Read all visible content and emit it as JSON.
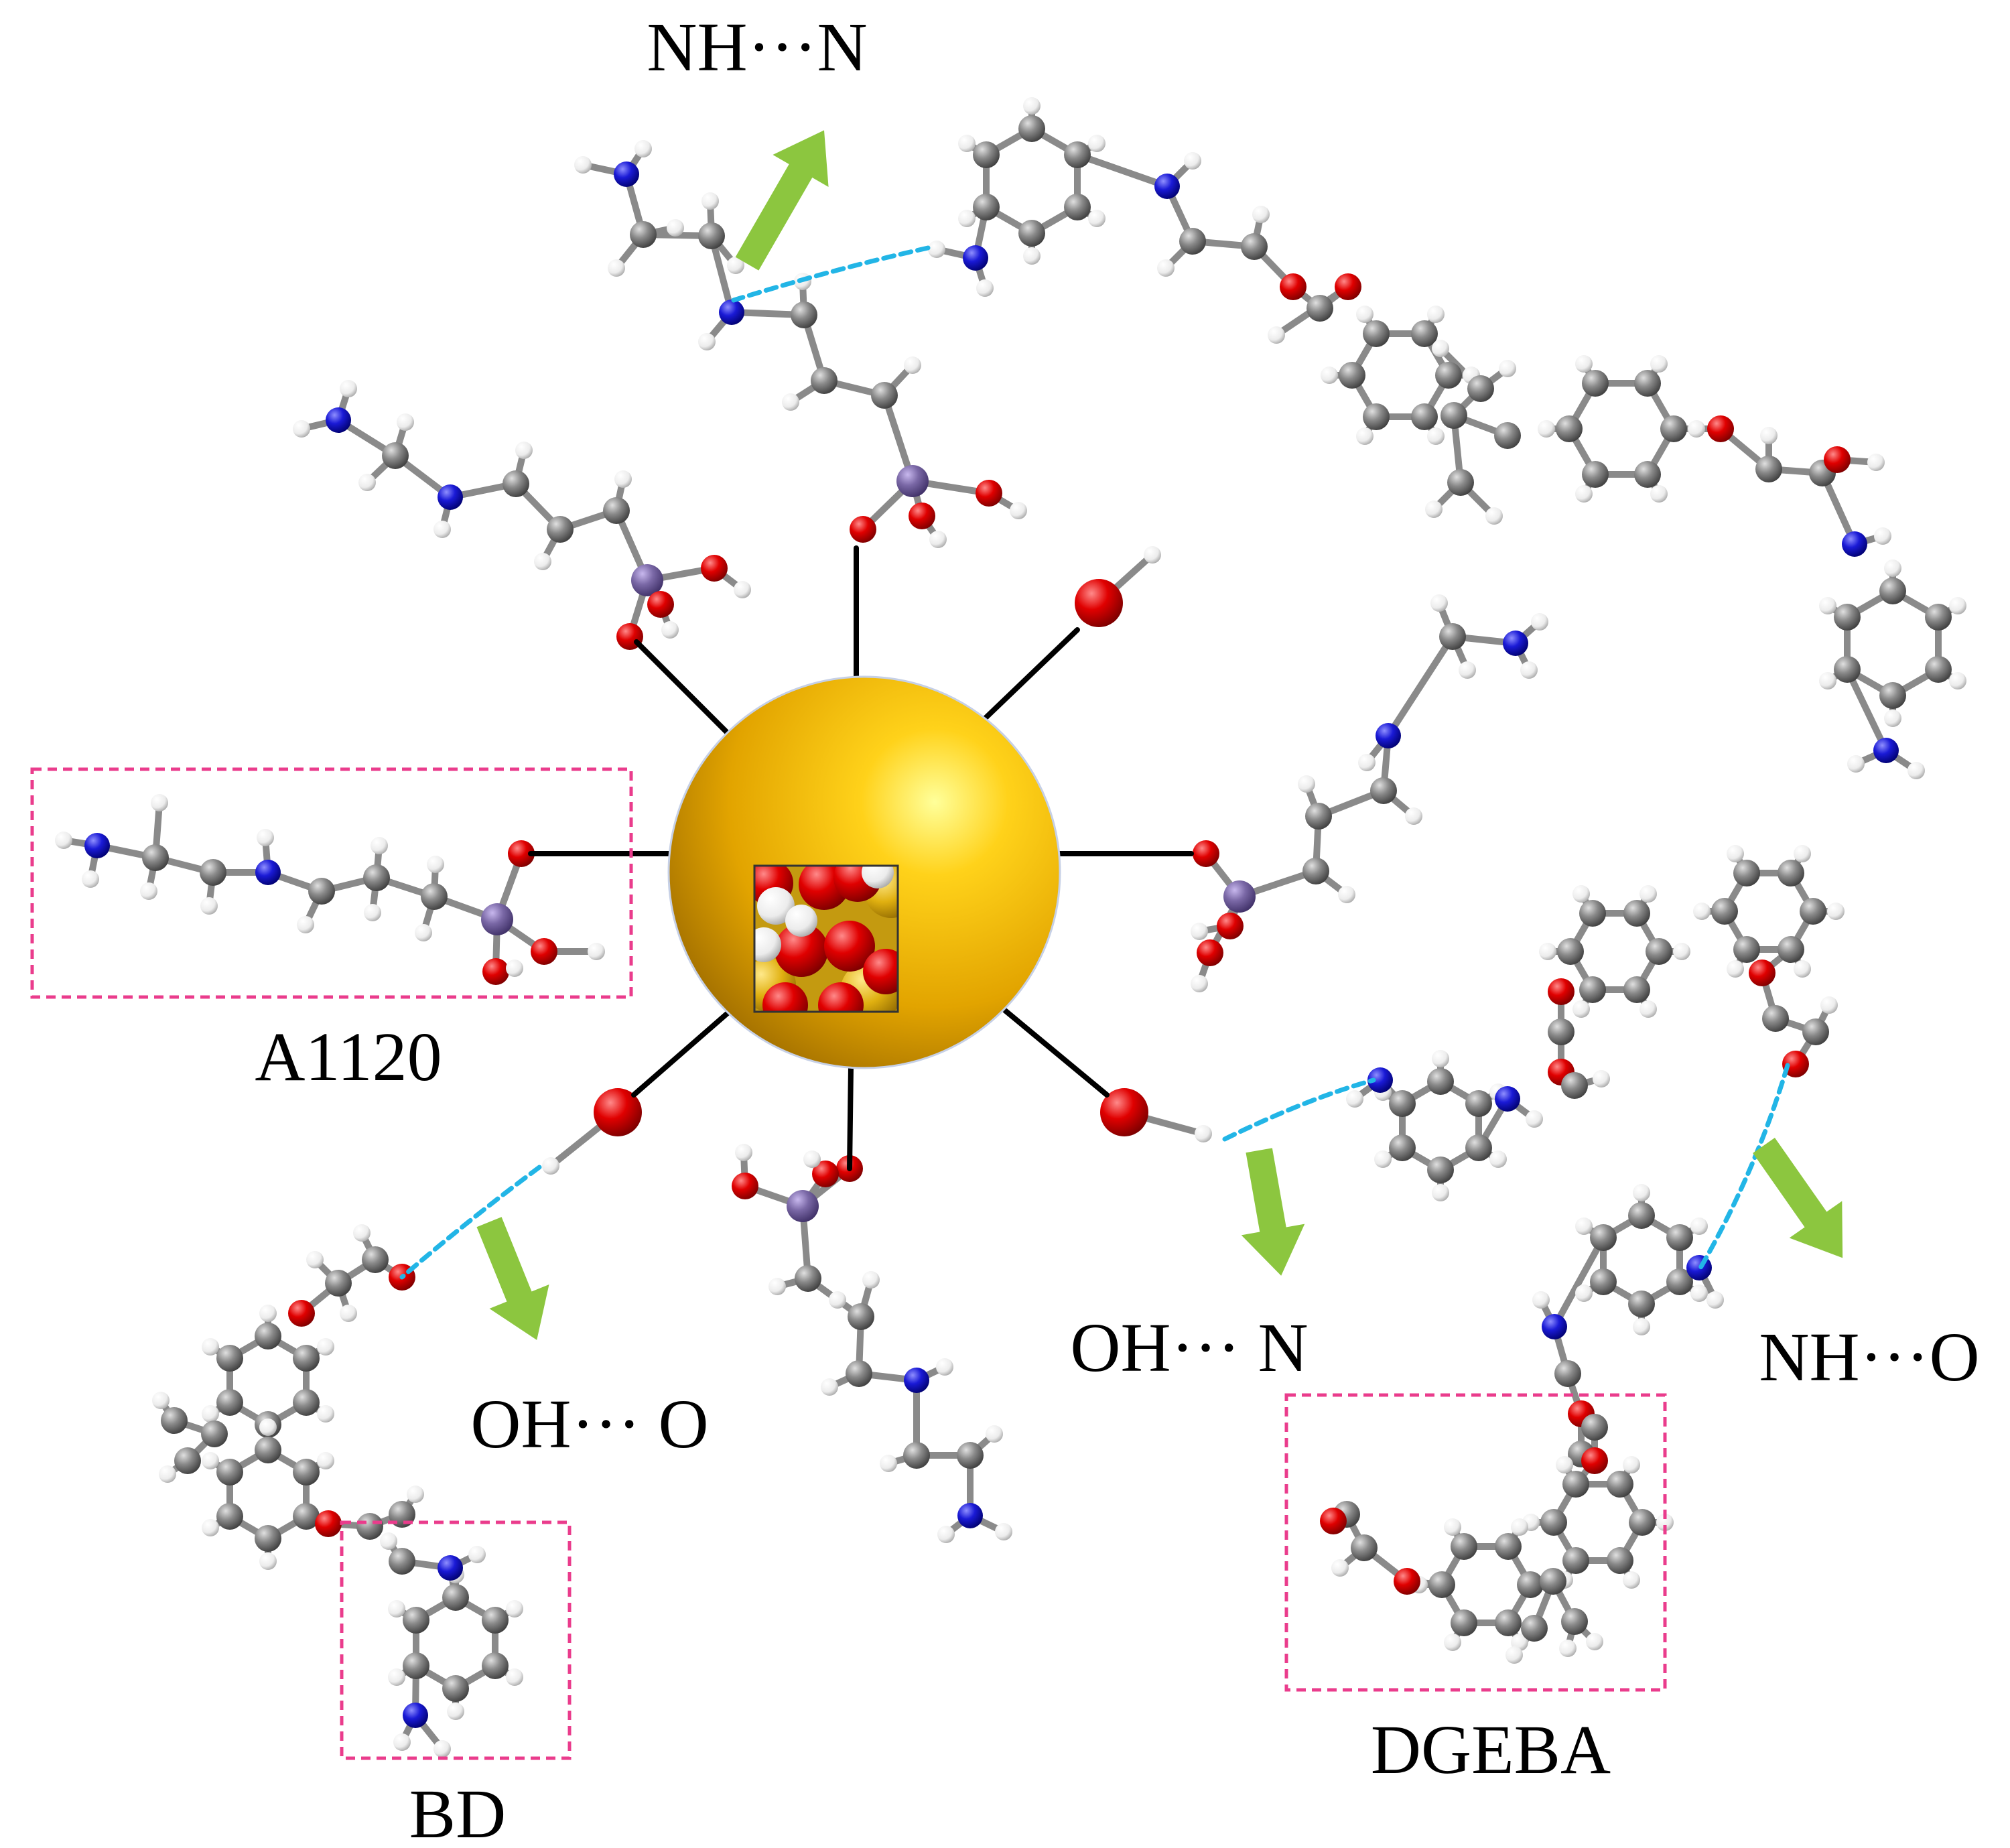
{
  "labels": {
    "nh_n": "NH···N",
    "oh_n": "OH··· N",
    "oh_o": "OH··· O",
    "nh_o": "NH···O",
    "a1120": "A1120",
    "bd": "BD",
    "dgeba": "DGEBA"
  },
  "colors": {
    "sphere": "#f2b705",
    "oxygen": "#e00000",
    "nitrogen": "#1a1ad6",
    "carbon": "#808080",
    "hydrogen": "#f0f0f0",
    "silicon": "#7a68a6",
    "hbond": "#22b5e6",
    "arrow": "#8cc63f",
    "box": "#ea3c8c"
  }
}
